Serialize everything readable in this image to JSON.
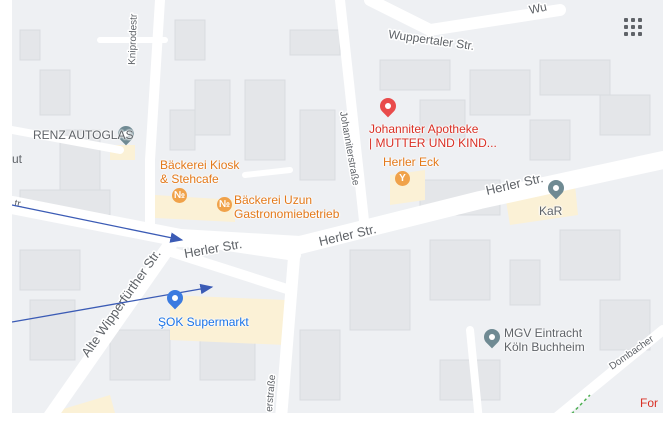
{
  "map": {
    "streets": [
      {
        "id": "wuppertaler",
        "label": "Wuppertaler Str."
      },
      {
        "id": "wup-top",
        "label": "Wu"
      },
      {
        "id": "kniprodestr",
        "label": "Kniprodestr"
      },
      {
        "id": "johanniter",
        "label": "Johanniterstraße"
      },
      {
        "id": "herler-left",
        "label": "Herler Str."
      },
      {
        "id": "herler-mid",
        "label": "Herler Str."
      },
      {
        "id": "herler-right",
        "label": "Herler Str."
      },
      {
        "id": "alte-wipper",
        "label": "Alte Wipperfürther Str."
      },
      {
        "id": "bottom-strasse",
        "label": "erstraße"
      },
      {
        "id": "dombacher",
        "label": "Dombacher"
      },
      {
        "id": "left-tr",
        "label": "tr."
      }
    ],
    "places": [
      {
        "id": "renz",
        "label": "RENZ AUTOGLAS",
        "icon": "gray-pin-icon"
      },
      {
        "id": "baeckerei-kiosk",
        "label_lines": [
          "Bäckerei Kiosk",
          "& Stehcafe"
        ],
        "icon": "fork-knife-icon"
      },
      {
        "id": "baeckerei-uzun",
        "label_lines": [
          "Bäckerei Uzun",
          "Gastronomiebetrieb"
        ],
        "icon": "fork-knife-icon"
      },
      {
        "id": "apotheke",
        "label_lines": [
          "Johanniter Apotheke",
          "| MUTTER UND KIND..."
        ],
        "icon": "pharmacy-pin-icon"
      },
      {
        "id": "herler-eck",
        "label": "Herler Eck",
        "icon": "cocktail-icon"
      },
      {
        "id": "kar",
        "label": "KaR",
        "icon": "gray-pin-icon"
      },
      {
        "id": "sok",
        "label": "ŞOK Supermarkt",
        "icon": "shopping-cart-pin-icon"
      },
      {
        "id": "mgv",
        "label_lines": [
          "MGV Eintracht",
          "Köln Buchheim"
        ],
        "icon": "gray-pin-icon"
      }
    ],
    "edge_fragments": {
      "left_ut": "ut",
      "bottom_right": "For"
    },
    "colors": {
      "road": "#ffffff",
      "block": "#e5e7ea",
      "background": "#eef0f3",
      "highlight_area": "#fbf1d6",
      "arrow": "#3b5bb5"
    }
  },
  "controls": {
    "apps_grid_icon": "apps-grid-icon"
  }
}
